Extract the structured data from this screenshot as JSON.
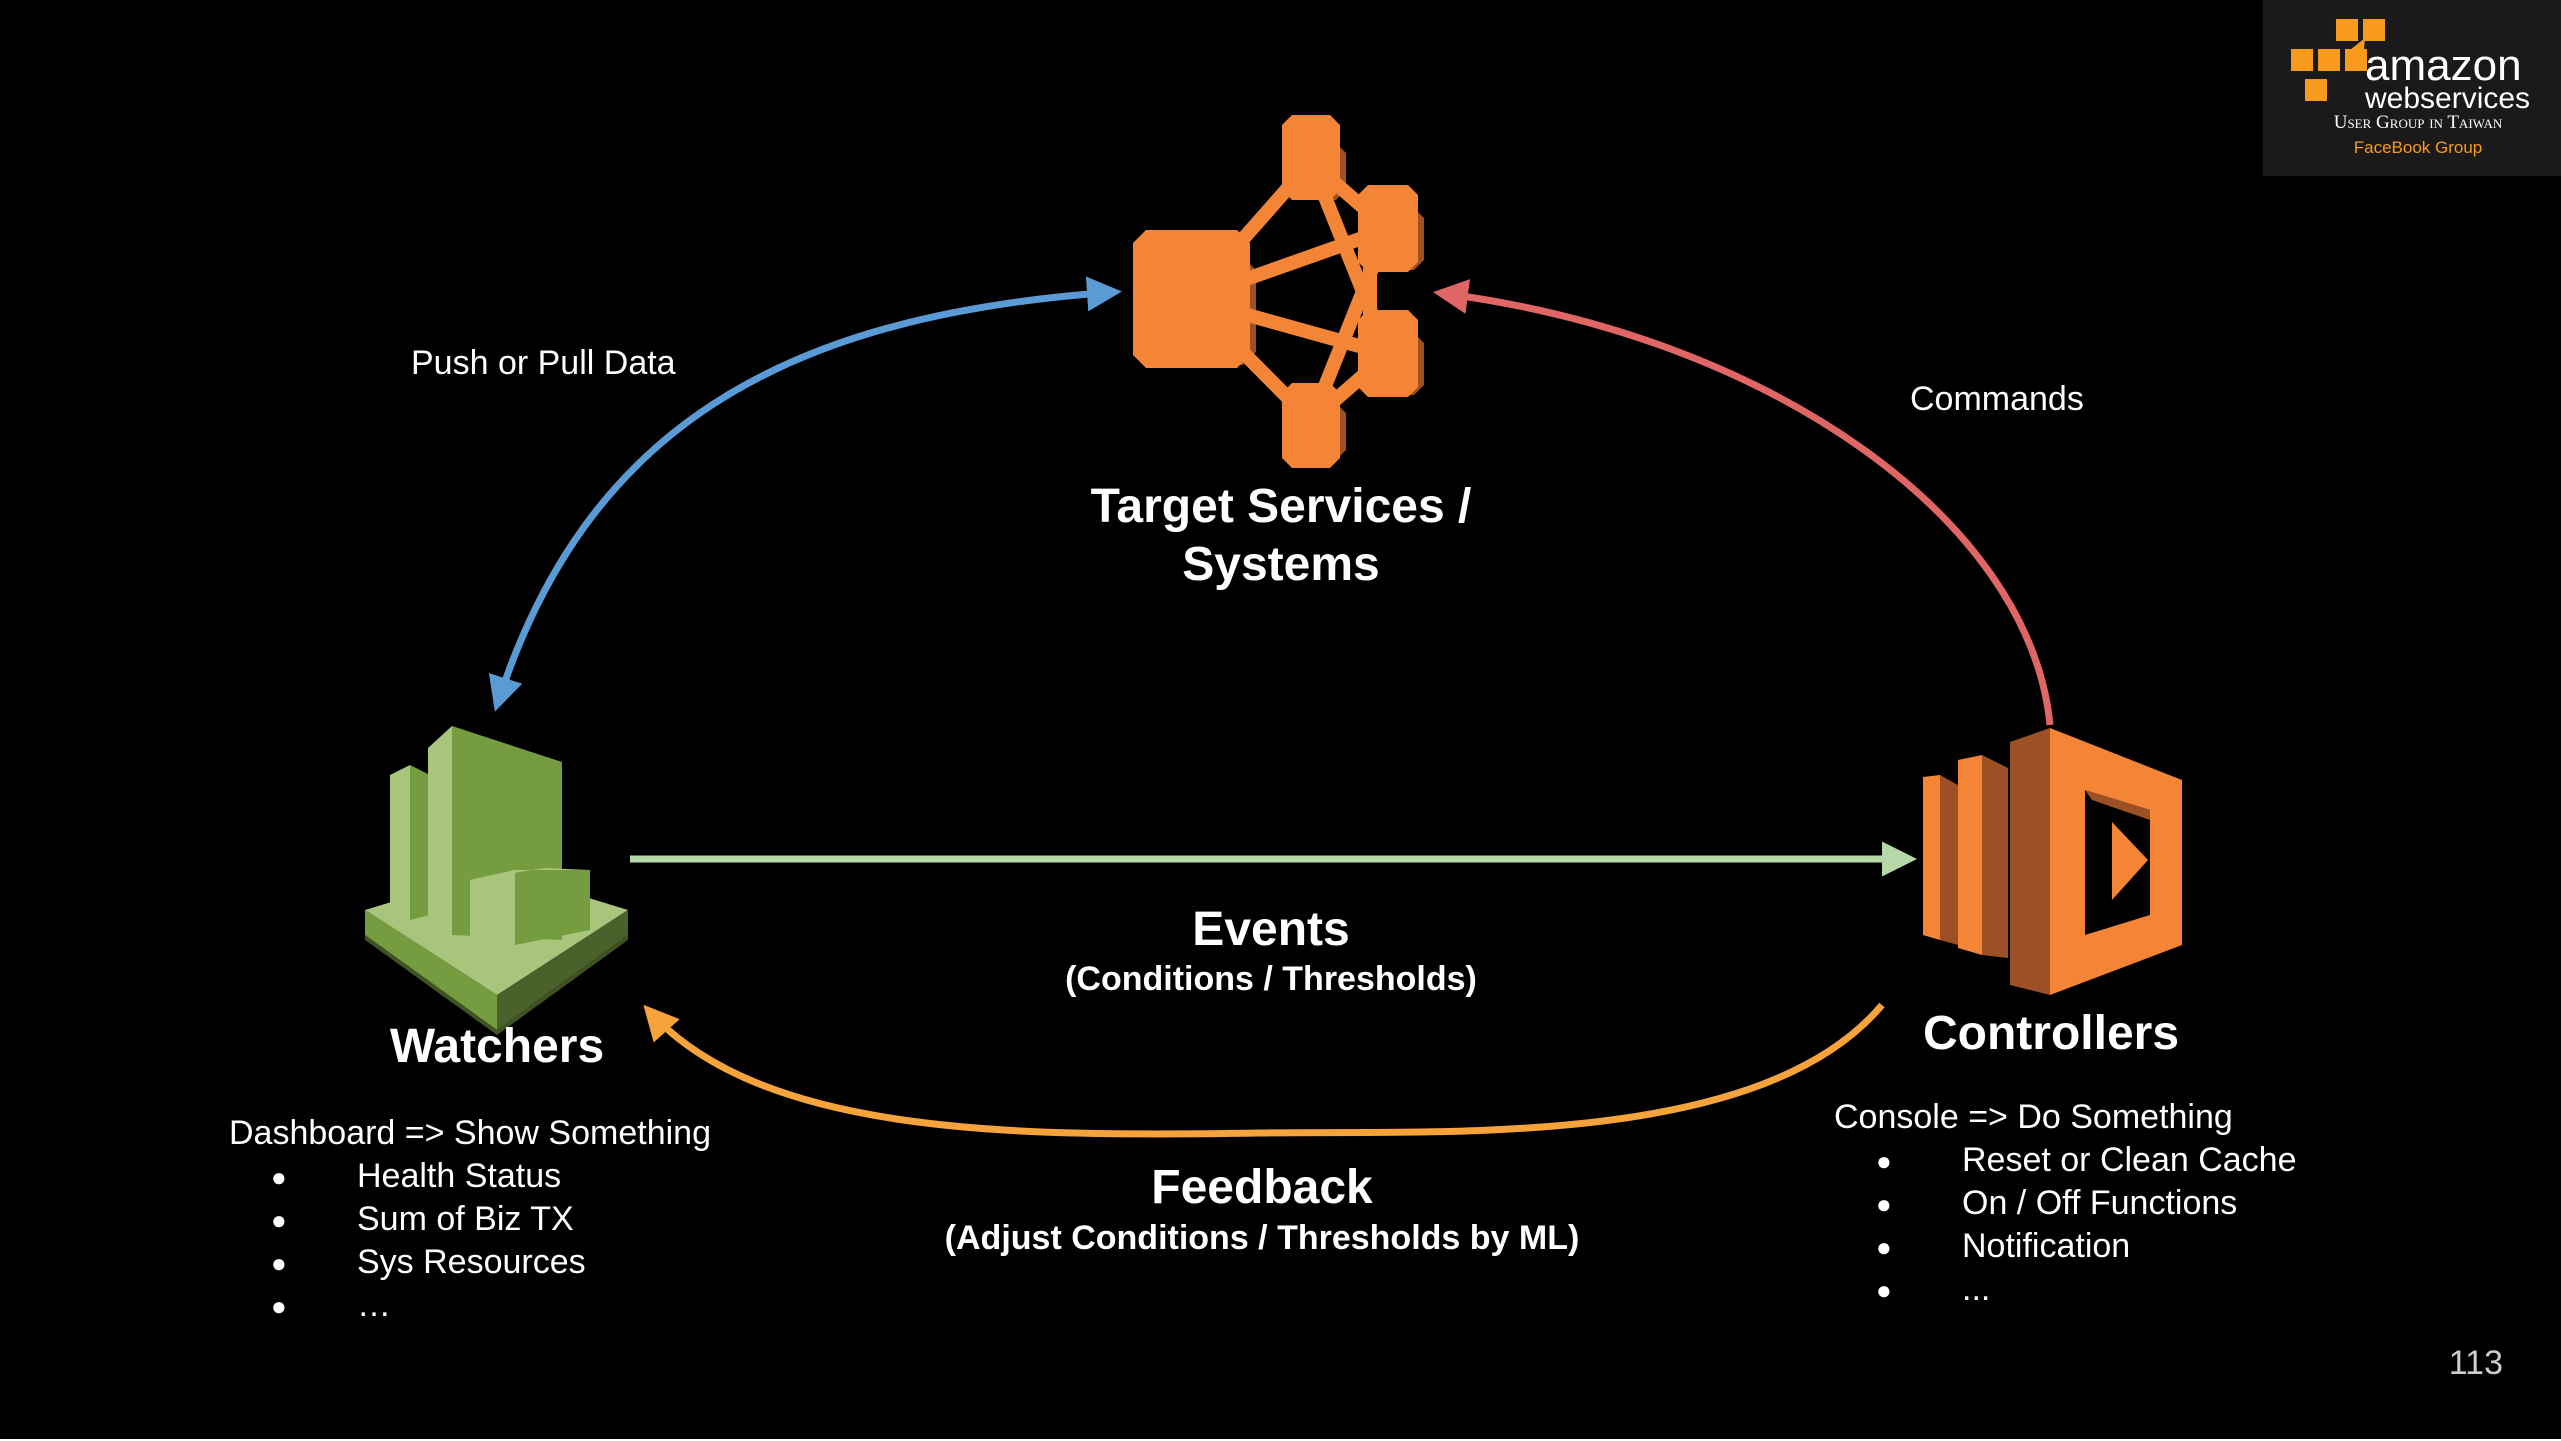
{
  "slide": {
    "page_number": "113",
    "colors": {
      "background": "#000000",
      "aws_orange": "#F58536",
      "aws_orange_dark": "#9D5025",
      "aws_green": "#759C3E",
      "aws_green_dark": "#4B612C",
      "aws_green_light": "#A8C57B",
      "arrow_blue": "#5B9BD5",
      "arrow_red": "#E06666",
      "arrow_green": "#B6D7A8",
      "arrow_orange": "#F6A33C",
      "text": "#FFFFFF"
    }
  },
  "logo": {
    "brand_line1": "amazon",
    "brand_line2": "webservices",
    "group_line": "User Group in Taiwan",
    "facebook_line": "FaceBook Group"
  },
  "nodes": {
    "target": {
      "title_line1": "Target Services /",
      "title_line2": "Systems",
      "icon": "aws-sns-icon"
    },
    "watchers": {
      "title": "Watchers",
      "icon": "aws-cloudwatch-icon",
      "subtitle": "Dashboard => Show Something",
      "items": [
        "Health Status",
        "Sum of Biz TX",
        "Sys Resources",
        "…"
      ]
    },
    "controllers": {
      "title": "Controllers",
      "icon": "aws-lambda-icon",
      "subtitle": "Console => Do Something",
      "items": [
        "Reset or Clean Cache",
        "On / Off Functions",
        "Notification",
        "..."
      ]
    }
  },
  "edges": {
    "push_pull": {
      "label": "Push or Pull Data"
    },
    "commands": {
      "label": "Commands"
    },
    "events": {
      "label": "Events",
      "sublabel": "(Conditions / Thresholds)"
    },
    "feedback": {
      "label": "Feedback",
      "sublabel": "(Adjust Conditions / Thresholds by ML)"
    }
  },
  "bullet_glyph": "●"
}
